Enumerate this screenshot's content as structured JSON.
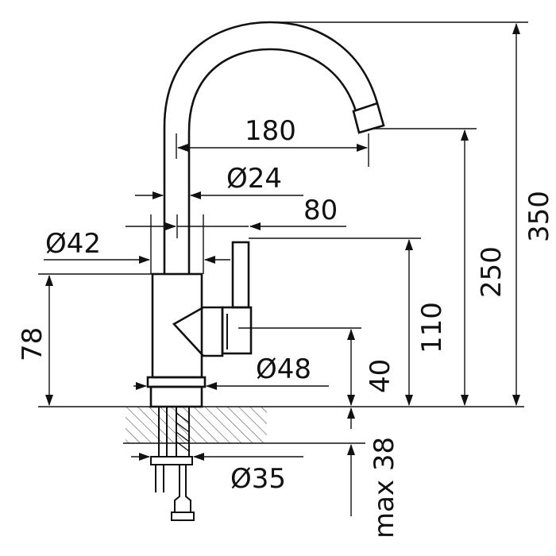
{
  "dimensions": {
    "spout_reach": "180",
    "spout_diameter": "Ø24",
    "handle_offset": "80",
    "body_diameter": "Ø42",
    "lever_height": "110",
    "spout_height": "250",
    "total_height": "350",
    "body_height": "78",
    "base_height": "40",
    "base_diameter": "Ø48",
    "shank_diameter": "Ø35",
    "max_counter_thickness": "max 38"
  },
  "colors": {
    "line": "#111111",
    "background": "#ffffff"
  },
  "icons": [
    "arrowhead-icon",
    "hatch-pattern"
  ]
}
